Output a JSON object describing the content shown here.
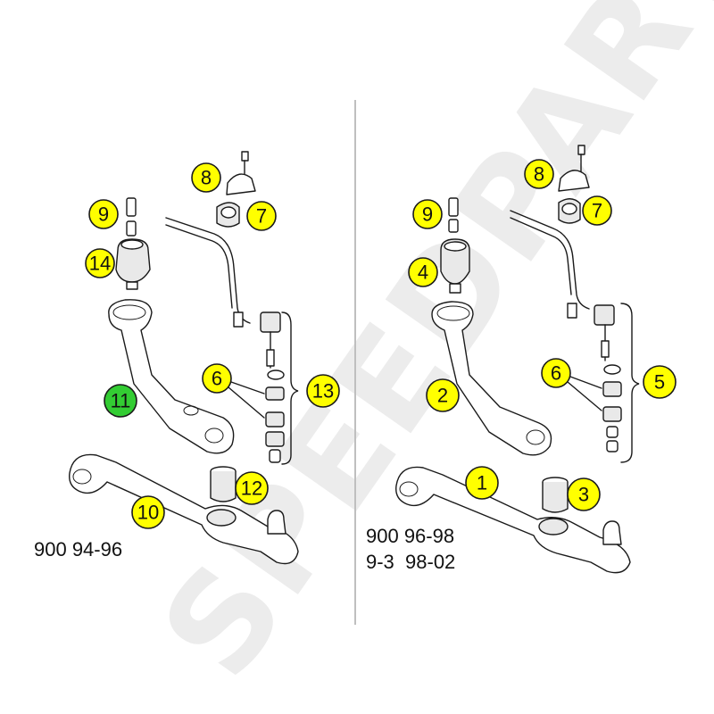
{
  "watermark": "SPEEDPARTS",
  "colors": {
    "callout_yellow": "#ffff00",
    "callout_green": "#33cc33",
    "divider": "#bfbfbf"
  },
  "left_panel": {
    "caption": "900 94-96",
    "callouts": {
      "c8": "8",
      "c7": "7",
      "c9": "9",
      "c14": "14",
      "c6": "6",
      "c13": "13",
      "c11": "11",
      "c12": "12",
      "c10": "10"
    }
  },
  "right_panel": {
    "caption_line1": "900 96-98",
    "caption_line2": "9-3  98-02",
    "callouts": {
      "c8": "8",
      "c7": "7",
      "c9": "9",
      "c4": "4",
      "c6": "6",
      "c5": "5",
      "c2": "2",
      "c1": "1",
      "c3": "3"
    }
  }
}
